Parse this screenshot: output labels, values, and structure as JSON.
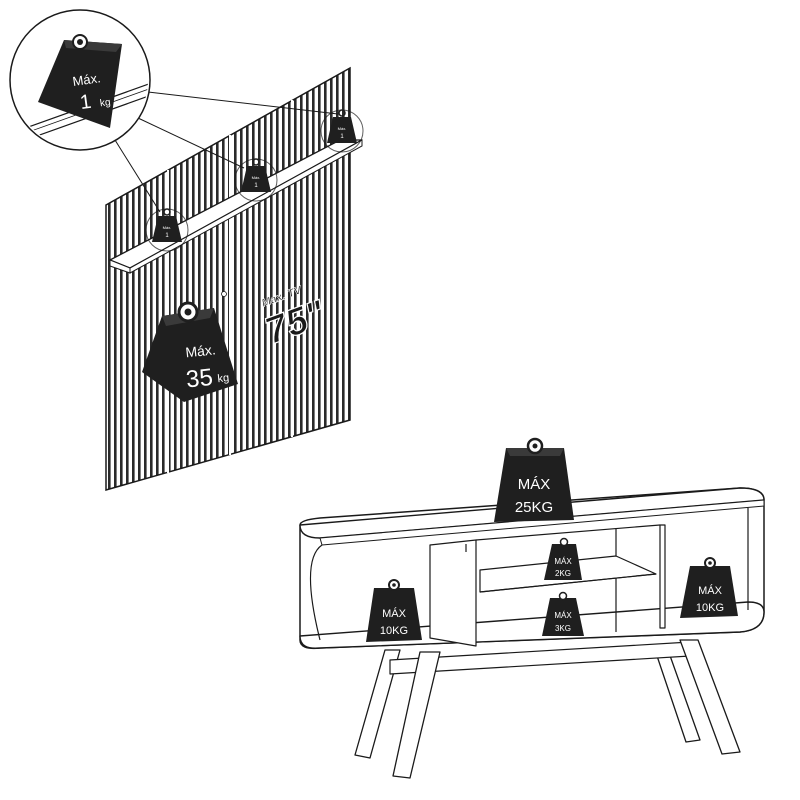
{
  "panel": {
    "tv_label_prefix": "Max. TV",
    "tv_size": "75\"",
    "shelf_weights": [
      {
        "label": "Máx.",
        "value": "1",
        "unit": "kg"
      },
      {
        "label": "Máx.",
        "value": "1",
        "unit": "kg"
      },
      {
        "label": "Máx.",
        "value": "1",
        "unit": "kg"
      }
    ],
    "zoom_weight": {
      "label": "Máx.",
      "value": "1",
      "unit": "kg"
    },
    "panel_weight": {
      "label": "Máx.",
      "value": "35",
      "unit": "kg"
    }
  },
  "rack": {
    "top_weight": {
      "label": "MÁX",
      "value": "25KG"
    },
    "left_weight": {
      "label": "MÁX",
      "value": "10KG"
    },
    "right_weight": {
      "label": "MÁX",
      "value": "10KG"
    },
    "center_upper_weight": {
      "label": "MÁX",
      "value": "2KG"
    },
    "center_lower_weight": {
      "label": "MÁX",
      "value": "3KG"
    }
  },
  "colors": {
    "line": "#1a1a1a",
    "weight_fill": "#1f1f1f",
    "weight_fill_light": "#3a3a3a",
    "paper": "#ffffff"
  }
}
